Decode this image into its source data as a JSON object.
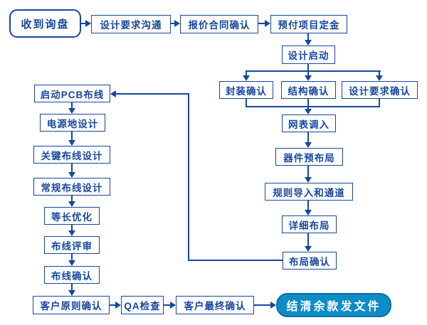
{
  "diagram": {
    "type": "flowchart",
    "language": "zh-CN",
    "colors": {
      "line": "#17479d",
      "box_border": "#17479d",
      "box_text": "#17479d",
      "box_fill": "#ffffff",
      "end_box_fill": "#0e8cc7",
      "end_box_border": "#0b70a6",
      "end_box_text": "#ffffff",
      "background": "#ffffff"
    },
    "nodes": {
      "received_inquiry": "收到询盘",
      "design_req_comm": "设计要求沟通",
      "quote_contract_confirm": "报价合同确认",
      "prepay_deposit": "预付项目定金",
      "design_kickoff": "设计启动",
      "footprint_confirm": "封装确认",
      "structure_confirm": "结构确认",
      "design_req_confirm": "设计要求确认",
      "netlist_import": "网表调入",
      "component_pre_placement": "器件预布局",
      "rules_import_channels": "规则导入和通道",
      "detailed_placement": "详细布局",
      "placement_confirm": "布局确认",
      "start_pcb_routing": "启动PCB布线",
      "power_ground_design": "电源地设计",
      "critical_routing_design": "关键布线设计",
      "general_routing_design": "常规布线设计",
      "length_matching": "等长优化",
      "routing_review": "布线评审",
      "routing_confirm": "布线确认",
      "customer_principle_confirm": "客户原则确认",
      "qa_check": "QA检查",
      "customer_final_confirm": "客户最终确认",
      "settle_balance": "结清余款发文件"
    },
    "edges": [
      [
        "received_inquiry",
        "design_req_comm"
      ],
      [
        "design_req_comm",
        "quote_contract_confirm"
      ],
      [
        "quote_contract_confirm",
        "prepay_deposit"
      ],
      [
        "prepay_deposit",
        "design_kickoff"
      ],
      [
        "design_kickoff",
        "footprint_confirm"
      ],
      [
        "design_kickoff",
        "structure_confirm"
      ],
      [
        "design_kickoff",
        "design_req_confirm"
      ],
      [
        "footprint_confirm",
        "netlist_import"
      ],
      [
        "structure_confirm",
        "netlist_import"
      ],
      [
        "design_req_confirm",
        "netlist_import"
      ],
      [
        "netlist_import",
        "component_pre_placement"
      ],
      [
        "component_pre_placement",
        "rules_import_channels"
      ],
      [
        "rules_import_channels",
        "detailed_placement"
      ],
      [
        "detailed_placement",
        "placement_confirm"
      ],
      [
        "placement_confirm",
        "start_pcb_routing"
      ],
      [
        "start_pcb_routing",
        "power_ground_design"
      ],
      [
        "power_ground_design",
        "critical_routing_design"
      ],
      [
        "critical_routing_design",
        "general_routing_design"
      ],
      [
        "general_routing_design",
        "length_matching"
      ],
      [
        "length_matching",
        "routing_review"
      ],
      [
        "routing_review",
        "routing_confirm"
      ],
      [
        "routing_confirm",
        "customer_principle_confirm"
      ],
      [
        "customer_principle_confirm",
        "qa_check"
      ],
      [
        "qa_check",
        "customer_final_confirm"
      ],
      [
        "customer_final_confirm",
        "settle_balance"
      ]
    ]
  }
}
